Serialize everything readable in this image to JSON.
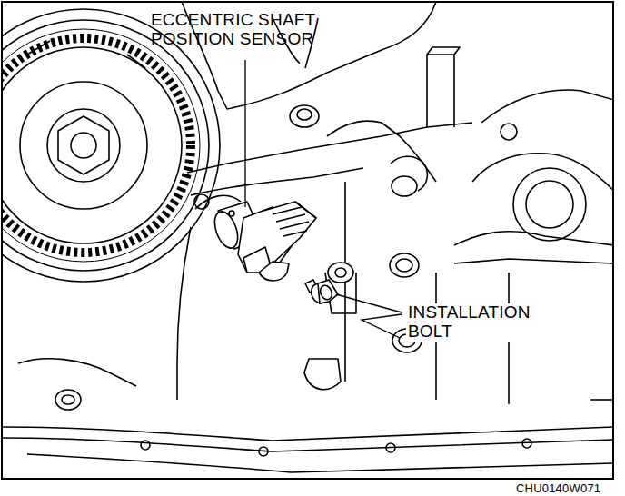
{
  "diagram": {
    "labels": [
      "ECCENTRIC SHAFT POSITION SENSOR",
      "INSTALLATION BOLT",
      "CHU0140W071"
    ]
  }
}
